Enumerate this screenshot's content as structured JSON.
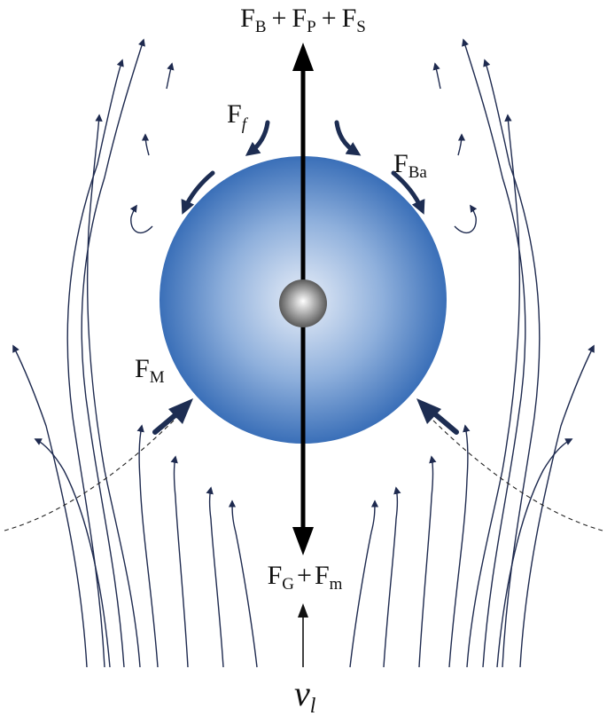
{
  "colors": {
    "sphere_center": "#e8eef8",
    "sphere_edge": "#3a6fb8",
    "core_center": "#ffffff",
    "core_edge": "#5a5a5a",
    "streamline": "#1e2a4f",
    "force_arrow": "#000000",
    "drag_arrow": "#1d2d52"
  },
  "labels": {
    "top_force": {
      "F1": "F",
      "s1": "B",
      "op1": "+",
      "F2": "F",
      "s2": "P",
      "op2": "+",
      "F3": "F",
      "s3": "S"
    },
    "bottom_force": {
      "F1": "F",
      "s1": "G",
      "op1": "+",
      "F2": "F",
      "s2": "m"
    },
    "friction": {
      "F": "F",
      "sub": "f"
    },
    "basset": {
      "F": "F",
      "sub": "Ba"
    },
    "magnus": {
      "F": "F",
      "sub": "M"
    },
    "velocity": {
      "v": "v",
      "sub": "l"
    }
  },
  "icons": {
    "force_arrowhead": "triangle-arrowhead",
    "flow_arrowhead": "small-triangle-arrowhead"
  }
}
